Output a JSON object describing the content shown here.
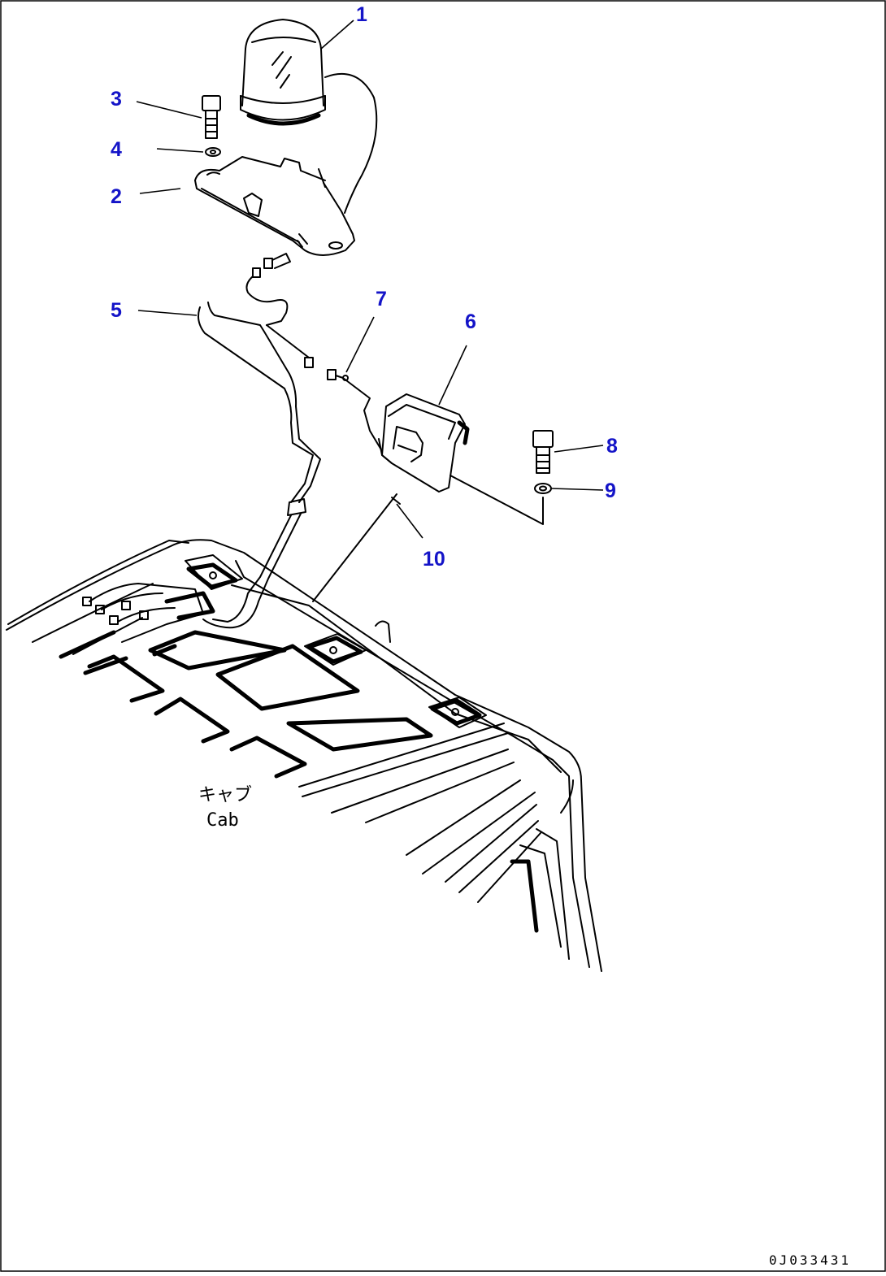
{
  "callouts": [
    {
      "id": "1",
      "part": "rotating-beacon-lamp"
    },
    {
      "id": "2",
      "part": "bracket"
    },
    {
      "id": "3",
      "part": "bolt"
    },
    {
      "id": "4",
      "part": "washer"
    },
    {
      "id": "5",
      "part": "wiring-harness"
    },
    {
      "id": "6",
      "part": "relay-box"
    },
    {
      "id": "7",
      "part": "connector-wire"
    },
    {
      "id": "8",
      "part": "bolt"
    },
    {
      "id": "9",
      "part": "washer"
    },
    {
      "id": "10",
      "part": "clip"
    }
  ],
  "cab_label": {
    "jp": "キャブ",
    "en": "Cab"
  },
  "drawing_id": "0J033431",
  "colors": {
    "callout": "#1414c8",
    "line": "#000000",
    "background": "#ffffff"
  }
}
